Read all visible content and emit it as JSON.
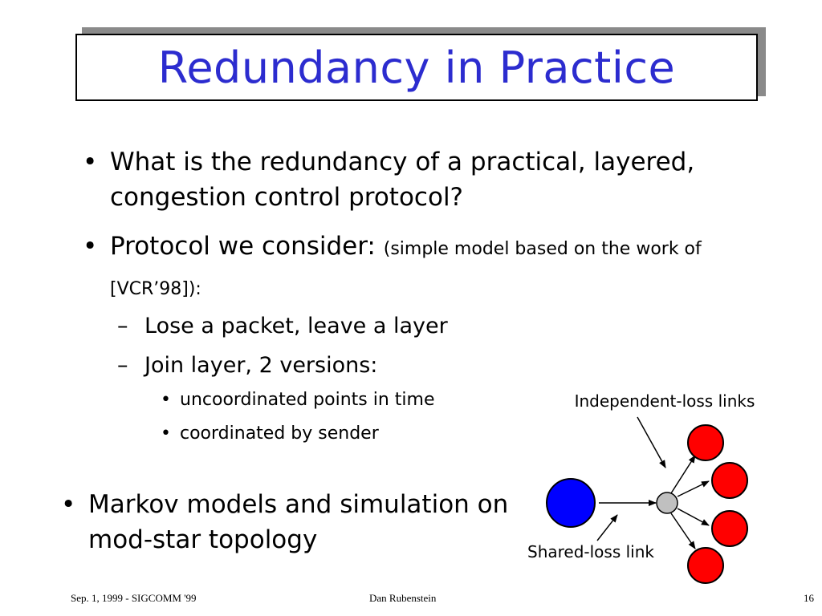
{
  "slide": {
    "title": "Redundancy in Practice",
    "bullets": [
      {
        "text": "What is the redundancy of a practical, layered, congestion control protocol?"
      },
      {
        "text": "Protocol we consider:",
        "note": "(simple model based on the work of [VCR’98]):"
      }
    ],
    "sub_bullets": [
      "Lose a packet, leave a layer",
      "Join layer, 2 versions:"
    ],
    "subsub_bullets": [
      "uncoordinated points in time",
      "coordinated by sender"
    ],
    "bottom_bullet": "Markov models and simulation on mod-star topology",
    "bullet_glyph": "•",
    "dash_glyph": "–"
  },
  "diagram": {
    "label_independent": "Independent-loss links",
    "label_shared": "Shared-loss link",
    "colors": {
      "source": "#0000ff",
      "router": "#c0c0c0",
      "receiver": "#ff0000"
    }
  },
  "footer": {
    "left": "Sep. 1, 1999 - SIGCOMM '99",
    "center": "Dan Rubenstein",
    "right": "16"
  }
}
